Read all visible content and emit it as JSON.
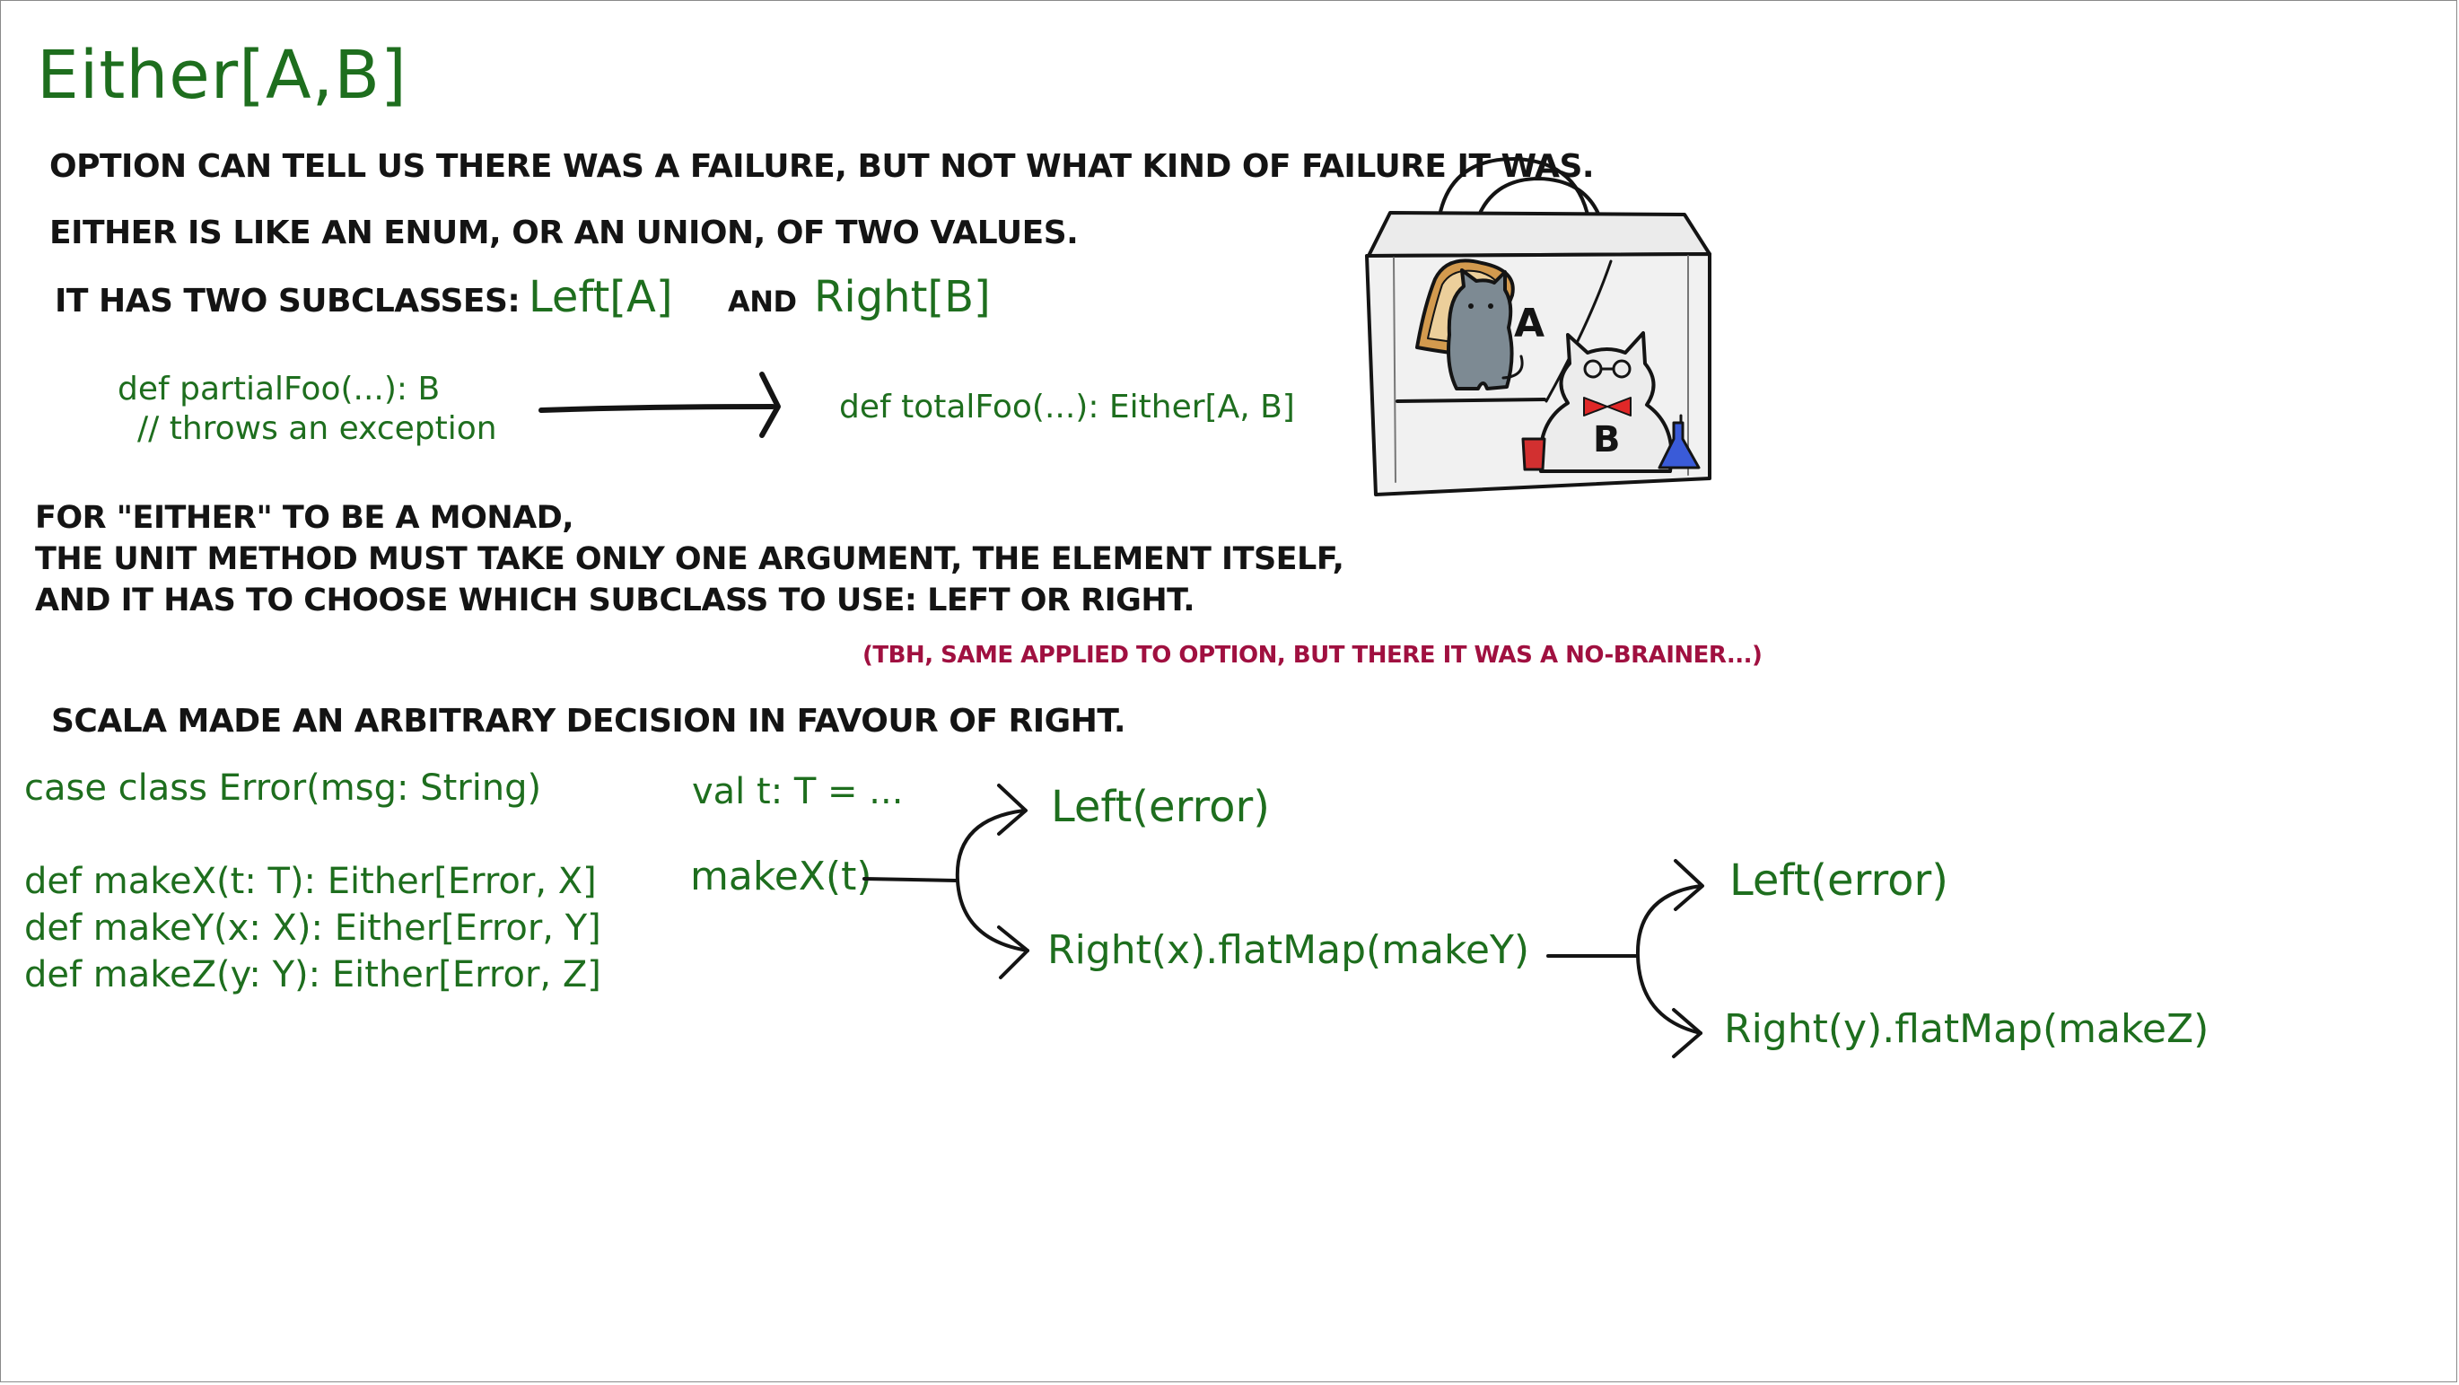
{
  "title": "Either[A,B]",
  "intro": {
    "line1": "OPTION CAN TELL US THERE WAS A FAILURE, BUT NOT WHAT KIND OF FAILURE IT WAS.",
    "line2": "EITHER IS LIKE AN ENUM, OR AN UNION, OF TWO VALUES.",
    "line3_prefix": "IT HAS TWO SUBCLASSES:",
    "left_type": "Left[A]",
    "and": "AND",
    "right_type": "Right[B]"
  },
  "conversion": {
    "partial_sig": "def partialFoo(...): B",
    "partial_comment": "// throws an exception",
    "total_sig": "def totalFoo(...): Either[A, B]"
  },
  "illustration": {
    "label_a": "A",
    "label_b": "B",
    "colors": {
      "bag_fill": "#e6e6e6",
      "bowtie": "#e02828",
      "cat_a": "#7d8a93",
      "cat_b": "#e8e8e8",
      "toast": "#c98a3c"
    }
  },
  "monad": {
    "line1": "FOR \"EITHER\" TO BE A MONAD,",
    "line2": "THE UNIT METHOD MUST TAKE ONLY ONE ARGUMENT, THE ELEMENT ITSELF,",
    "line3": "AND IT HAS TO CHOOSE WHICH SUBCLASS TO USE: LEFT OR RIGHT.",
    "note": "(TBH, SAME APPLIED TO OPTION, BUT THERE IT WAS A NO-BRAINER...)"
  },
  "scala_decision": "SCALA MADE AN ARBITRARY DECISION IN FAVOUR OF RIGHT.",
  "code": {
    "case_class": "case class Error(msg: String)",
    "make_x": "def makeX(t: T): Either[Error, X]",
    "make_y": "def makeY(x: X): Either[Error, Y]",
    "make_z": "def makeZ(y: Y): Either[Error, Z]"
  },
  "flow": {
    "val_t": "val t: T = ...",
    "make_x_call": "makeX(t)",
    "left1": "Left(error)",
    "right1": "Right(x).flatMap(makeY)",
    "left2": "Left(error)",
    "right2": "Right(y).flatMap(makeZ)"
  },
  "colors": {
    "green": "#1e6e1e",
    "text": "#141414",
    "note": "#a01040"
  }
}
